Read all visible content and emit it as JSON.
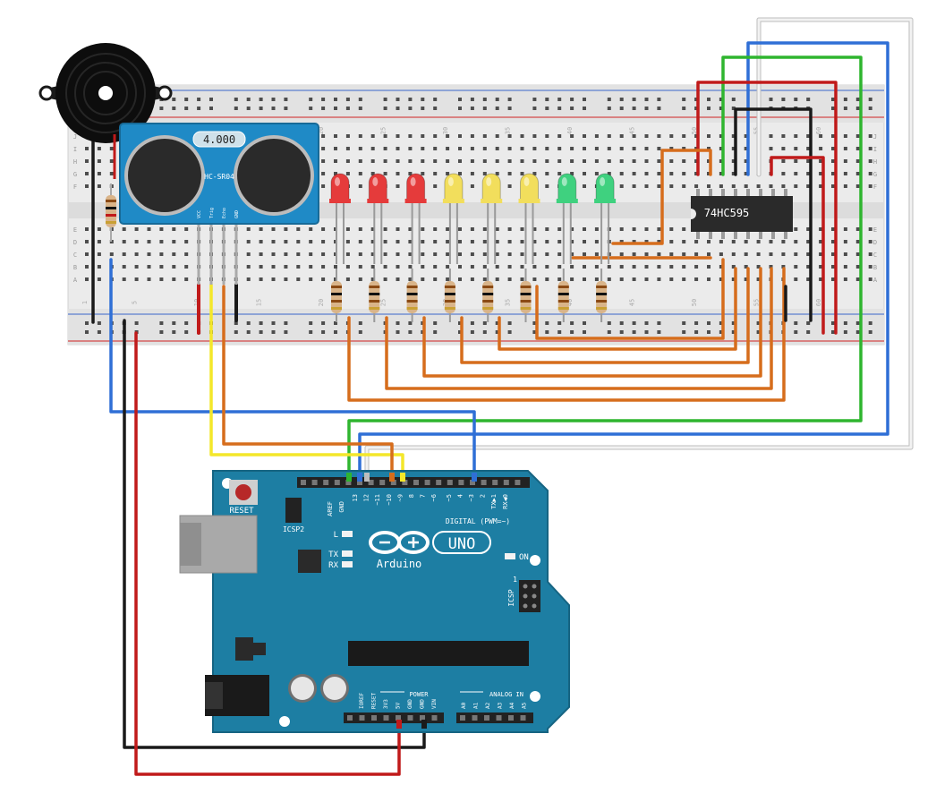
{
  "sensor": {
    "display": "4.000",
    "model": "HC-SR04",
    "pins": [
      "VCC",
      "Trig",
      "Echo",
      "GND"
    ]
  },
  "shift_register": {
    "label": "74HC595"
  },
  "arduino": {
    "reset": "RESET",
    "icsp2": "ICSP2",
    "icsp": "ICSP",
    "aref": "AREF",
    "gnd": "GND",
    "digital_pins": [
      "13",
      "12",
      "~11",
      "~10",
      "~9",
      "8",
      "7",
      "~6",
      "~5",
      "4",
      "~3",
      "2",
      "TX▶1",
      "RX◀0"
    ],
    "digital_label": "DIGITAL (PWM=~)",
    "led_l": "L",
    "led_tx": "TX",
    "led_rx": "RX",
    "logo_uno": "UNO",
    "logo_brand": "Arduino",
    "on": "ON",
    "icsp_one": "1",
    "power_label": "POWER",
    "power_pins": [
      "IOREF",
      "RESET",
      "3V3",
      "5V",
      "GND",
      "GND",
      "VIN"
    ],
    "analog_label": "ANALOG IN",
    "analog_pins": [
      "A0",
      "A1",
      "A2",
      "A3",
      "A4",
      "A5"
    ]
  },
  "breadboard": {
    "row_letters_top": [
      "J",
      "I",
      "H",
      "G",
      "F"
    ],
    "row_letters_bottom": [
      "E",
      "D",
      "C",
      "B",
      "A"
    ],
    "column_numbers": [
      "1",
      "5",
      "10",
      "15",
      "20",
      "25",
      "30",
      "35",
      "40",
      "45",
      "50",
      "55",
      "60"
    ]
  },
  "leds": [
    {
      "color": "red",
      "fill": "#e53b3b"
    },
    {
      "color": "red",
      "fill": "#e53b3b"
    },
    {
      "color": "red",
      "fill": "#e53b3b"
    },
    {
      "color": "yellow",
      "fill": "#f2de5c"
    },
    {
      "color": "yellow",
      "fill": "#f2de5c"
    },
    {
      "color": "yellow",
      "fill": "#f2de5c"
    },
    {
      "color": "green",
      "fill": "#3fd17f"
    },
    {
      "color": "green",
      "fill": "#3fd17f"
    }
  ],
  "colors": {
    "board": "#1d7ea3",
    "sensor": "#1f8ac6",
    "wire_red": "#c01a1a",
    "wire_black": "#1a1a1a",
    "wire_blue": "#2f6fd6",
    "wire_green": "#2fb52f",
    "wire_orange": "#d66d1c",
    "wire_yellow": "#f4e72a",
    "wire_white": "#e6e6e6",
    "wire_gray": "#aaaaaa"
  }
}
